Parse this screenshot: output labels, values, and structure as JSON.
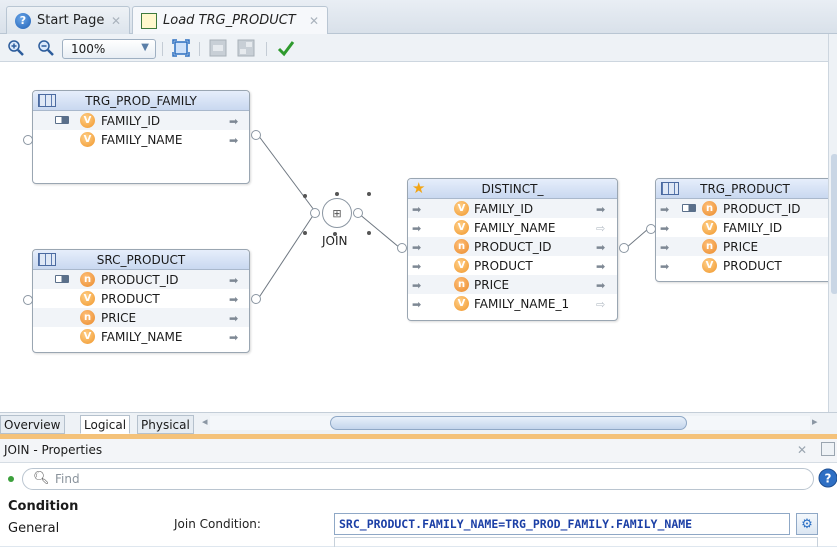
{
  "tabs": [
    {
      "label": "Start Page",
      "icon": "help-icon"
    },
    {
      "label": "Load TRG_PRODUCT",
      "icon": "mapping-icon"
    }
  ],
  "toolbar": {
    "zoom": "100%"
  },
  "nodes": {
    "trg_prod_family": {
      "title": "TRG_PROD_FAMILY",
      "fields": [
        "FAMILY_ID",
        "FAMILY_NAME"
      ]
    },
    "src_product": {
      "title": "SRC_PRODUCT",
      "fields": [
        "PRODUCT_ID",
        "PRODUCT",
        "PRICE",
        "FAMILY_NAME"
      ]
    },
    "distinct": {
      "title": "DISTINCT_",
      "fields": [
        "FAMILY_ID",
        "FAMILY_NAME",
        "PRODUCT_ID",
        "PRODUCT",
        "PRICE",
        "FAMILY_NAME_1"
      ]
    },
    "trg_product": {
      "title": "TRG_PRODUCT",
      "fields": [
        "PRODUCT_ID",
        "FAMILY_ID",
        "PRICE",
        "PRODUCT"
      ]
    }
  },
  "join": {
    "label": "JOIN"
  },
  "view_tabs": [
    "Overview",
    "Logical",
    "Physical"
  ],
  "properties": {
    "title": "JOIN - Properties",
    "find_placeholder": "Find",
    "sections": [
      "Condition",
      "General"
    ],
    "join_condition_label": "Join Condition:",
    "join_condition_value": "SRC_PRODUCT.FAMILY_NAME=TRG_PROD_FAMILY.FAMILY_NAME"
  }
}
